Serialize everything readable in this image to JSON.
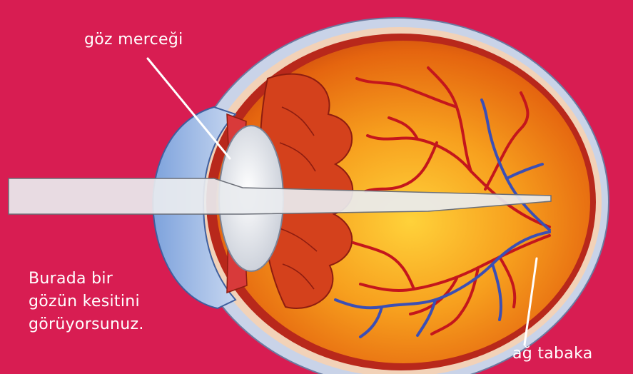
{
  "labels": {
    "lens": "göz merceği",
    "retina": "ağ tabaka"
  },
  "caption": {
    "lines": [
      "Burada bir",
      "gözün kesitini",
      "görüyorsunuz."
    ]
  },
  "colors": {
    "background": "#d81d52",
    "sclera": "#c9d3e8",
    "eyeball_interior": "#ef7a12",
    "blood_vessels": "#c4161c",
    "veins": "#3b4fb5",
    "lens": "#e6e9ee",
    "light_beam": "#e9ebef",
    "text": "#ffffff"
  }
}
